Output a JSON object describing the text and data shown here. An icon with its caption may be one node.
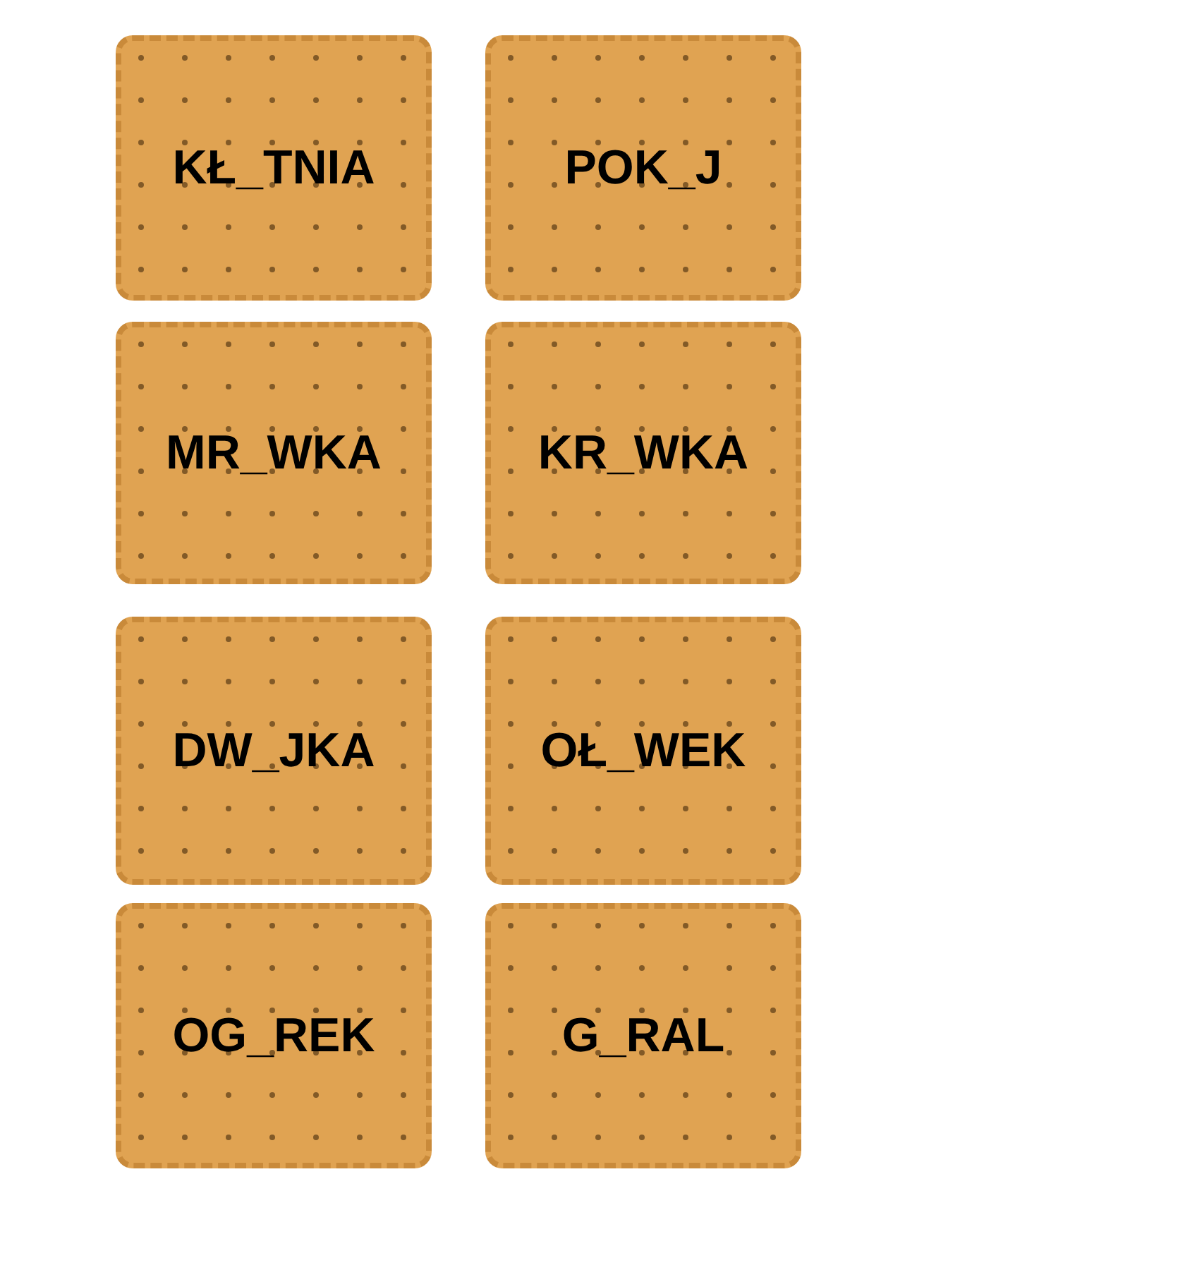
{
  "diagram": {
    "nodes": [
      {
        "text": [
          "KŁ_TNIA"
        ]
      },
      {
        "text": [
          "POK_J"
        ]
      },
      {
        "text": [
          "MR_WKA"
        ]
      },
      {
        "text": [
          "KR_WKA"
        ]
      },
      {
        "text": [
          "DW_JKA"
        ]
      },
      {
        "text": [
          "OŁ_WEK"
        ]
      },
      {
        "text": [
          "OG_REK"
        ]
      },
      {
        "text": [
          "G_RAL"
        ]
      }
    ]
  }
}
